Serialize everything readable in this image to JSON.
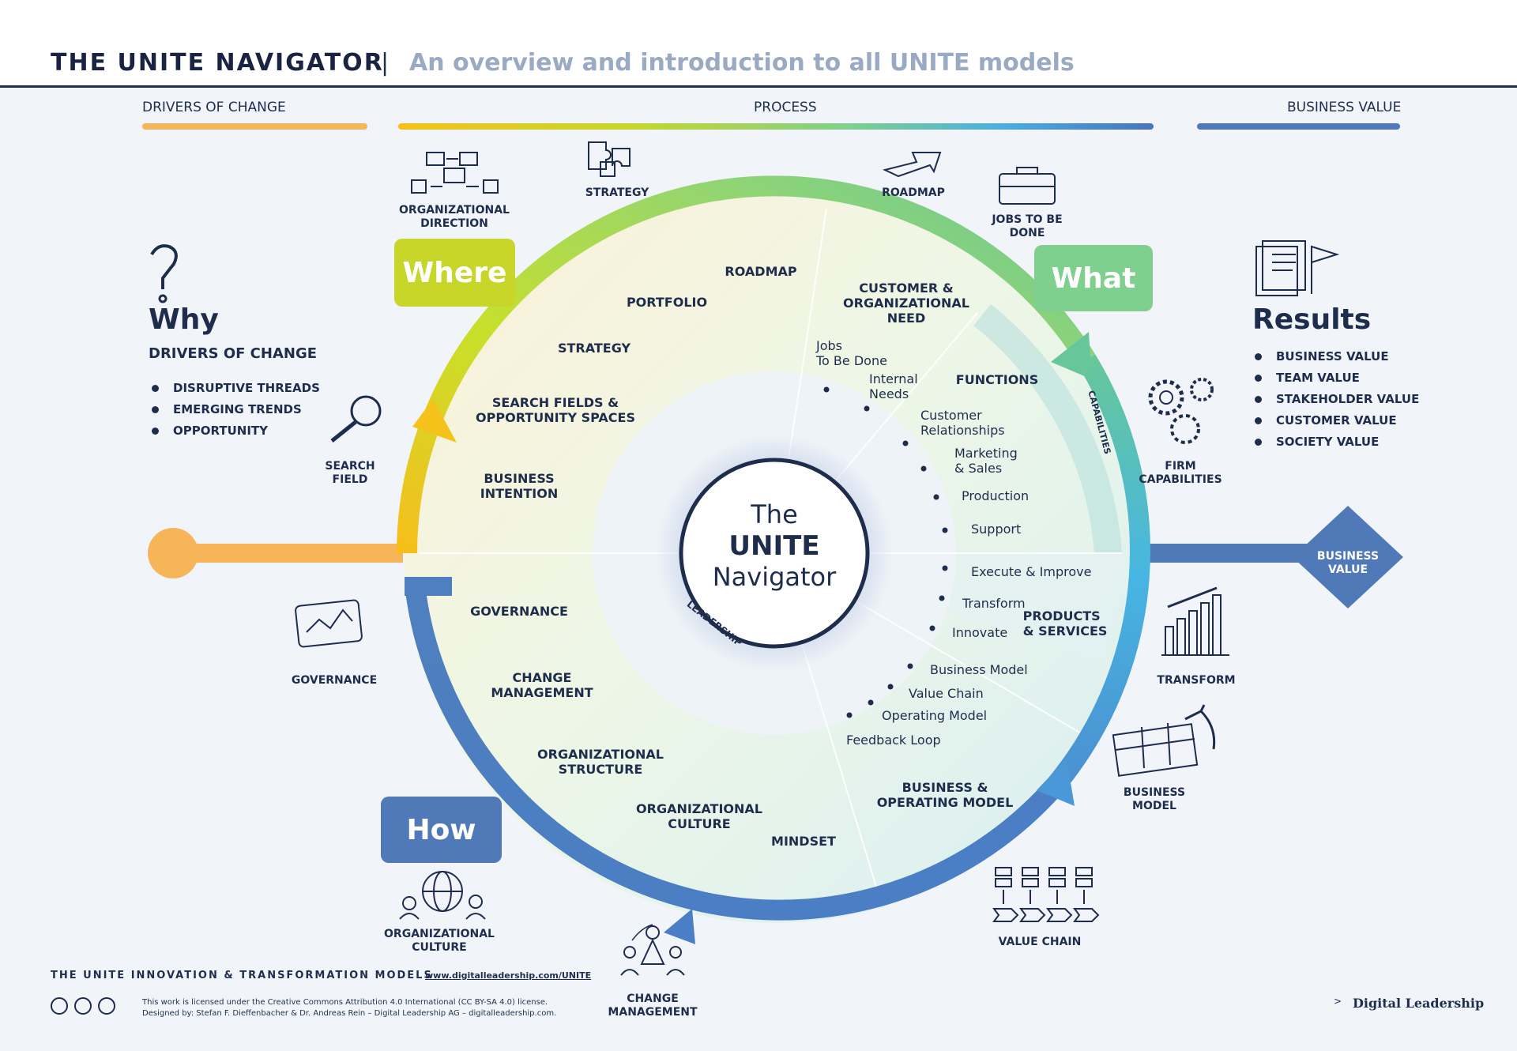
{
  "header": {
    "title": "THE UNITE NAVIGATOR",
    "separator": "|",
    "subtitle": "An overview and introduction to all UNITE models"
  },
  "sections": {
    "drivers": "DRIVERS OF CHANGE",
    "process": "PROCESS",
    "value": "BUSINESS VALUE"
  },
  "colors": {
    "orange": "#f7b55a",
    "yellow": "#c8d62a",
    "green": "#7fcf8e",
    "blue": "#4a8fd0",
    "navy": "#1f2d4d",
    "diamond": "#5079b8"
  },
  "why": {
    "title": "Why",
    "subtitle": "DRIVERS OF CHANGE",
    "items": [
      "DISRUPTIVE THREADS",
      "EMERGING TRENDS",
      "OPPORTUNITY"
    ]
  },
  "results": {
    "title": "Results",
    "items": [
      "BUSINESS VALUE",
      "TEAM VALUE",
      "STAKEHOLDER VALUE",
      "CUSTOMER VALUE",
      "SOCIETY VALUE"
    ]
  },
  "tags": {
    "where": "Where",
    "what": "What",
    "how": "How"
  },
  "center": {
    "line1": "The",
    "line2": "UNITE",
    "line3": "Navigator",
    "leadership": "LEADERSHIP"
  },
  "diamond": {
    "label": "BUSINESS\nVALUE"
  },
  "inner_labels": {
    "roadmap": "ROADMAP",
    "portfolio": "PORTFOLIO",
    "strategy": "STRATEGY",
    "search_fields": "SEARCH FIELDS &\nOPPORTUNITY SPACES",
    "business_intention": "BUSINESS\nINTENTION",
    "customer_need": "CUSTOMER &\nORGANIZATIONAL\nNEED",
    "functions": "FUNCTIONS",
    "capabilities": "CAPABILITIES",
    "products": "PRODUCTS\n& SERVICES",
    "business_model_op": "BUSINESS &\nOPERATING MODEL",
    "governance": "GOVERNANCE",
    "change_management": "CHANGE\nMANAGEMENT",
    "org_structure": "ORGANIZATIONAL\nSTRUCTURE",
    "org_culture": "ORGANIZATIONAL\nCULTURE",
    "mindset": "MINDSET"
  },
  "small_items": {
    "jobs": "Jobs\nTo Be Done",
    "internal": "Internal\nNeeds",
    "customer_rel": "Customer\nRelationships",
    "marketing": "Marketing\n& Sales",
    "production": "Production",
    "support": "Support",
    "execute": "Execute & Improve",
    "transform": "Transform",
    "innovate": "Innovate",
    "business_model": "Business Model",
    "value_chain": "Value Chain",
    "operating_model": "Operating Model",
    "feedback_loop": "Feedback Loop"
  },
  "icons": {
    "org_direction": "ORGANIZATIONAL\nDIRECTION",
    "strategy": "STRATEGY",
    "roadmap": "ROADMAP",
    "jobs": "JOBS TO BE\nDONE",
    "search_field": "SEARCH\nFIELD",
    "firm_capabilities": "FIRM\nCAPABILITIES",
    "governance": "GOVERNANCE",
    "transform": "TRANSFORM",
    "business_model": "BUSINESS\nMODEL",
    "org_culture": "ORGANIZATIONAL\nCULTURE",
    "change_management": "CHANGE\nMANAGEMENT",
    "value_chain": "VALUE CHAIN"
  },
  "footer": {
    "models": "THE UNITE INNOVATION & TRANSFORMATION MODELS",
    "url": "www.digitalleadership.com/UNITE",
    "license": "This work is licensed under the Creative Commons Attribution 4.0 International (CC BY-SA 4.0) license.",
    "designed": "Designed by: Stefan F. Dieffenbacher & Dr. Andreas Rein – Digital Leadership AG – digitalleadership.com.",
    "brand": "Digital Leadership"
  }
}
